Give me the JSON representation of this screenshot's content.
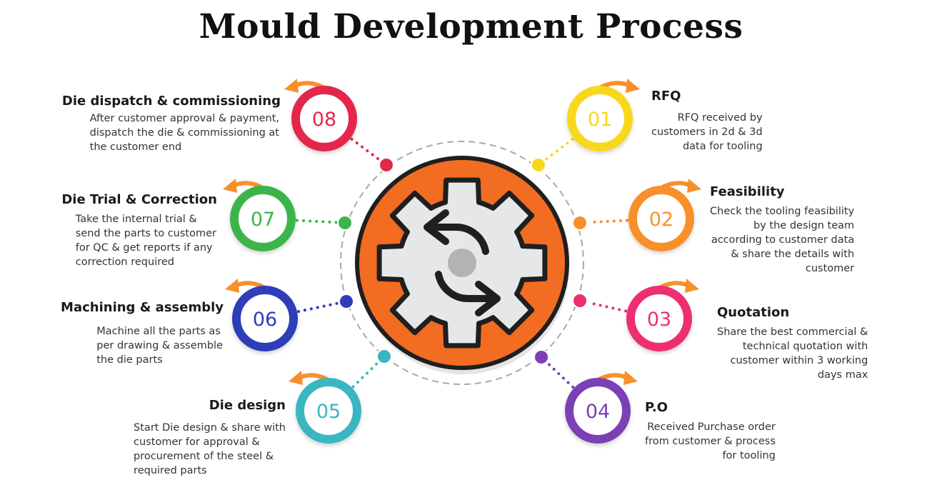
{
  "title": "Mould Development Process",
  "steps": [
    {
      "number": "01",
      "title": "RFQ",
      "desc": [
        "RFQ received by",
        "customers in 2d & 3d",
        "data for tooling"
      ],
      "color": "#F9D71C"
    },
    {
      "number": "02",
      "title": "Feasibility",
      "desc": [
        "Check the tooling feasibility",
        "by the design team",
        "according to customer data",
        "& share the details with",
        "customer"
      ],
      "color": "#F7902A"
    },
    {
      "number": "03",
      "title": "Quotation",
      "desc": [
        "Share the best commercial &",
        "technical quotation with",
        "customer within 3 working",
        "days max"
      ],
      "color": "#EE2D73"
    },
    {
      "number": "04",
      "title": "P.O",
      "desc": [
        "Received Purchase order",
        "from customer & process",
        "for tooling"
      ],
      "color": "#7B3FB5"
    },
    {
      "number": "05",
      "title": "Die design",
      "desc": [
        "Start Die design & share with",
        "customer for approval &",
        "procurement of the steel &",
        "required parts"
      ],
      "color": "#3BB6C0"
    },
    {
      "number": "06",
      "title": "Machining & assembly",
      "desc": [
        "Machine all the parts as",
        "per drawing & assemble",
        "the die parts"
      ],
      "color": "#2E3DBA"
    },
    {
      "number": "07",
      "title": "Die Trial & Correction",
      "desc": [
        "Take the internal trial &",
        "send the parts to customer",
        "for QC & get reports if any",
        "correction required"
      ],
      "color": "#3BB54A"
    },
    {
      "number": "08",
      "title": "Die dispatch & commissioning",
      "desc": [
        "After customer approval & payment,",
        "dispatch the die & commissioning at",
        "the customer end"
      ],
      "color": "#E3284B"
    }
  ],
  "colors": {
    "gear_ring": "#F26C22",
    "gear_fill": "#E6E7E8",
    "arrow_accent": "#F7902A"
  },
  "icons": {
    "center": "gear-sync-icon",
    "step_arrow": "curved-arrow-icon"
  }
}
